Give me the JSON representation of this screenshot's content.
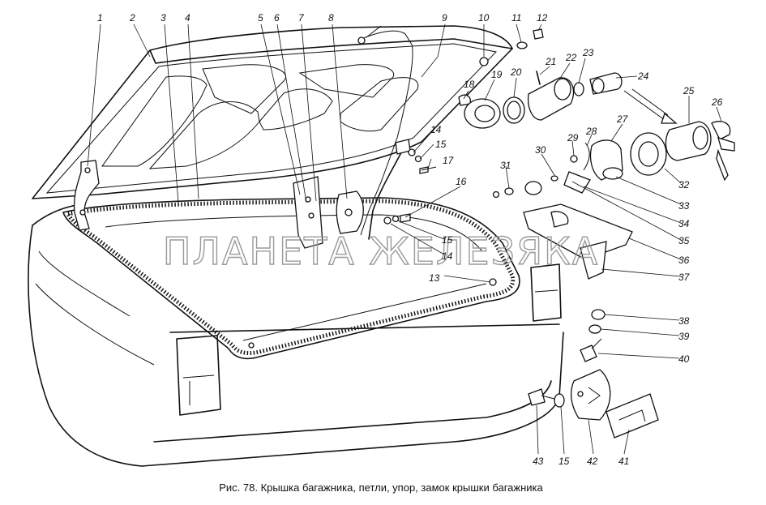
{
  "caption": "Рис. 78. Крышка багажника, петли, упор, замок крышки багажника",
  "watermark": "ПЛАНЕТА ЖЕЛЕЗЯКА",
  "callouts": [
    "1",
    "2",
    "3",
    "4",
    "5",
    "6",
    "7",
    "8",
    "9",
    "10",
    "11",
    "12",
    "13",
    "14",
    "14",
    "15",
    "15",
    "15",
    "16",
    "17",
    "18",
    "19",
    "20",
    "21",
    "22",
    "23",
    "24",
    "25",
    "26",
    "27",
    "28",
    "29",
    "30",
    "31",
    "32",
    "33",
    "34",
    "35",
    "36",
    "37",
    "38",
    "39",
    "40",
    "41",
    "42",
    "43"
  ]
}
